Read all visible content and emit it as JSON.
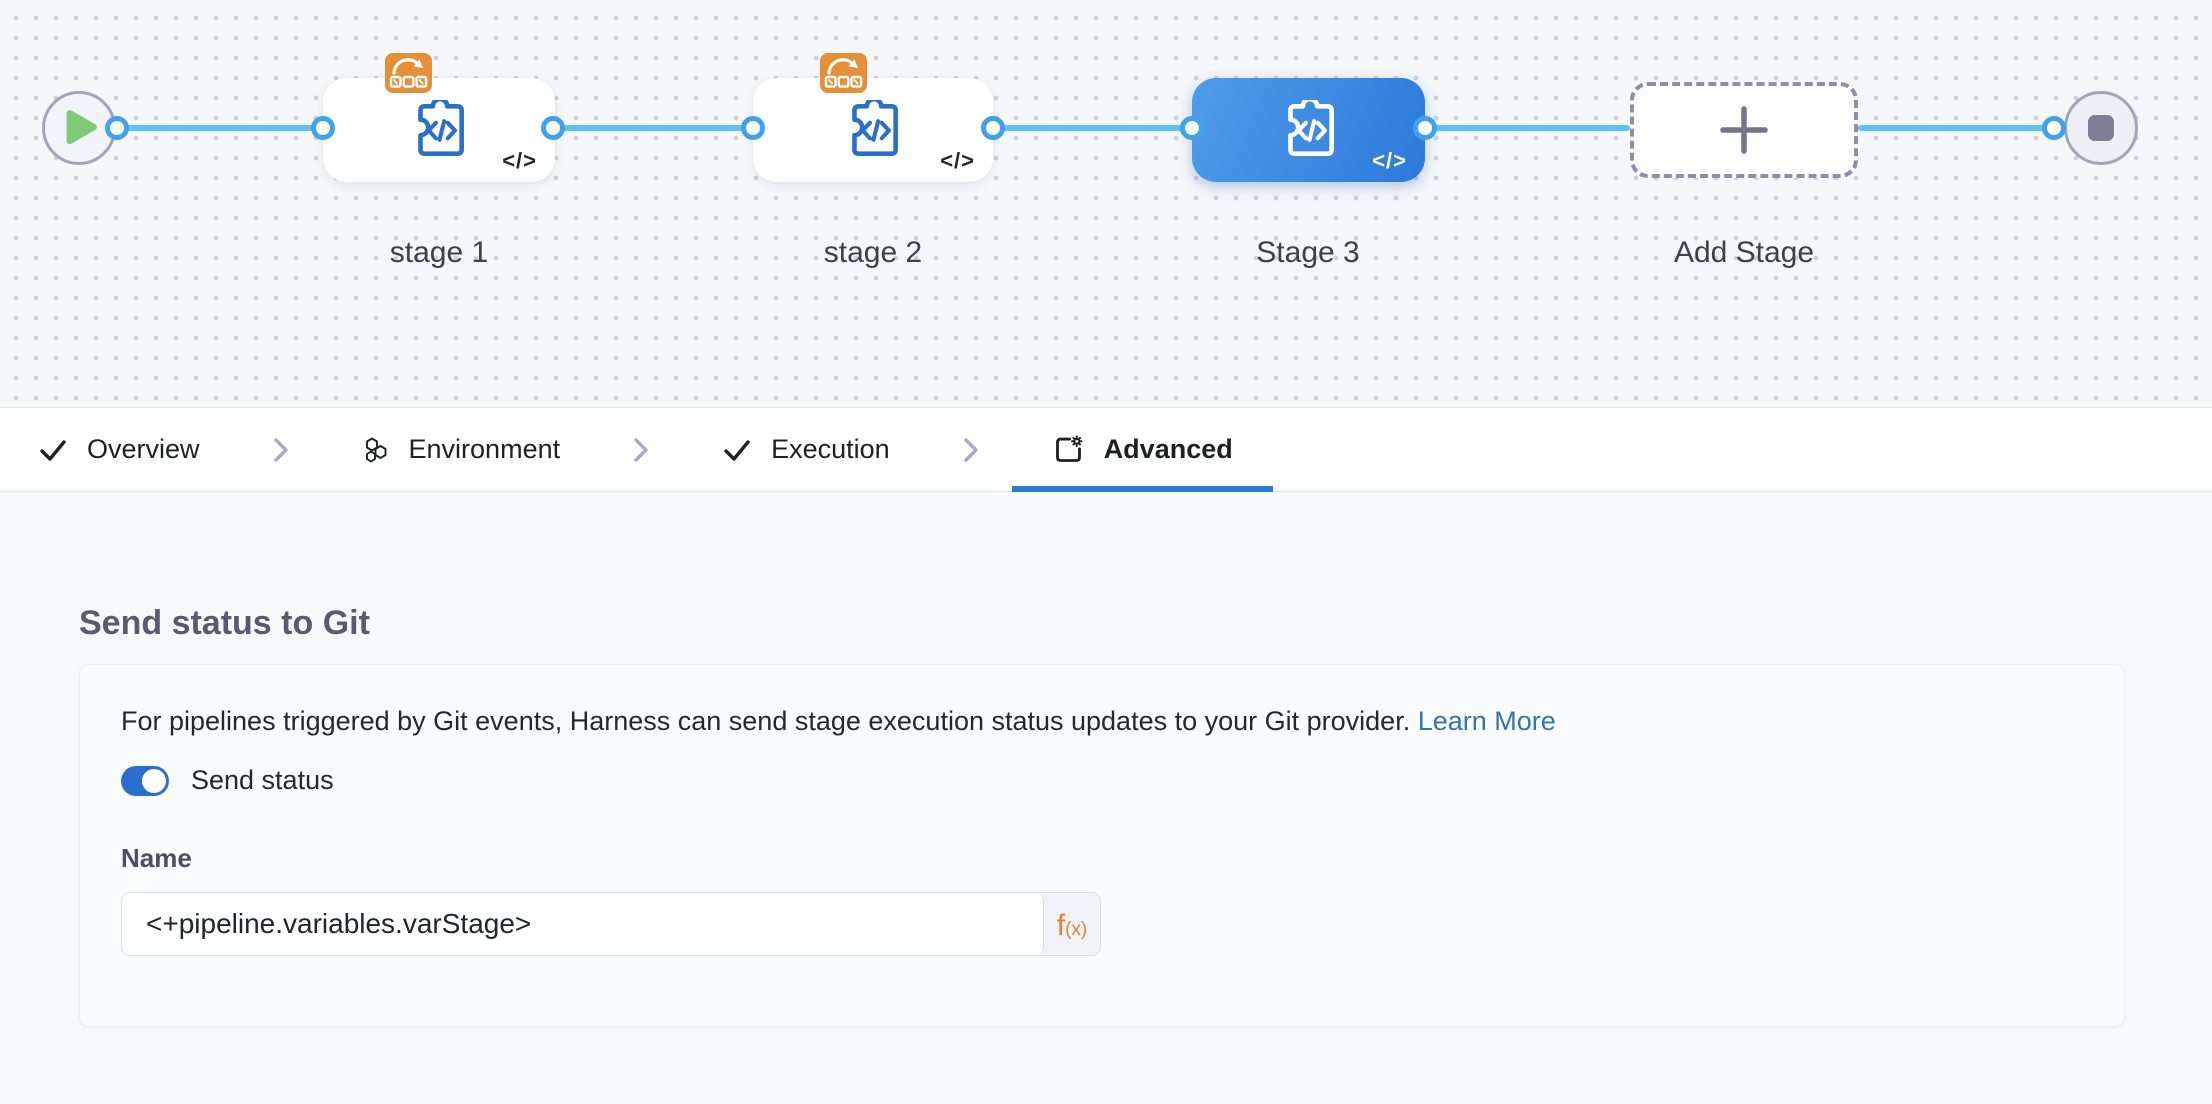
{
  "pipeline_canvas": {
    "start_icon": "play-icon",
    "end_icon": "stop-icon",
    "yaml_glyph": "</>",
    "stages": [
      {
        "label": "stage 1",
        "icon": "custom-stage-puzzle-icon",
        "badge_icon": "looping-strategy-icon",
        "selected": false
      },
      {
        "label": "stage 2",
        "icon": "custom-stage-puzzle-icon",
        "badge_icon": "looping-strategy-icon",
        "selected": false
      },
      {
        "label": "Stage 3",
        "icon": "custom-stage-puzzle-icon",
        "badge_icon": null,
        "selected": true
      }
    ],
    "add_stage": {
      "label": "Add Stage",
      "icon": "plus-icon"
    }
  },
  "stage_tabs": [
    {
      "label": "Overview",
      "icon": "check-icon",
      "completed": true,
      "active": false
    },
    {
      "label": "Environment",
      "icon": "hexagons-icon",
      "completed": false,
      "active": false
    },
    {
      "label": "Execution",
      "icon": "check-icon",
      "completed": true,
      "active": false
    },
    {
      "label": "Advanced",
      "icon": "box-gear-icon",
      "completed": false,
      "active": true
    }
  ],
  "advanced_panel": {
    "heading": "Send status to Git",
    "description": "For pipelines triggered by Git events, Harness can send stage execution status updates to your Git provider.",
    "learn_more_label": "Learn More",
    "send_status": {
      "label": "Send status",
      "enabled": true
    },
    "name_field": {
      "label": "Name",
      "value": "<+pipeline.variables.varStage>"
    },
    "expression_button": {
      "f": "f",
      "sub": "(x)"
    }
  },
  "colors": {
    "active_tab_blue": "#2b7bd8",
    "connector_blue": "#5ec3f1",
    "port_ring_blue": "#3fa2ef",
    "selected_stage_gradient_start": "#4f9de9",
    "selected_stage_gradient_end": "#2c79da",
    "badge_orange": "#e78f38",
    "expression_orange": "#ed7e31",
    "link_blue": "#3274ad",
    "toggle_on_blue": "#2a6fd0",
    "start_play_green": "#7fcb74"
  }
}
